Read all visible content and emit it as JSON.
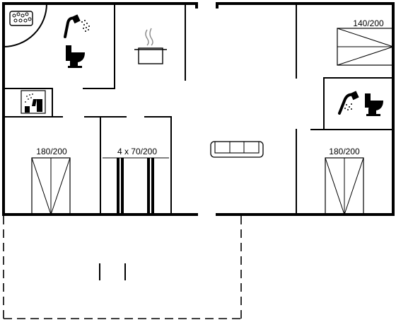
{
  "floorplan": {
    "labels": {
      "bed_left": "180/200",
      "bunks": "4 x 70/200",
      "bed_right": "180/200",
      "bed_top_right": "140/200"
    },
    "icons": [
      "jacuzzi-icon",
      "shower-icon",
      "toilet-icon",
      "cooking-pot-icon",
      "sauna-icon",
      "sofa-icon",
      "shower-icon",
      "toilet-icon"
    ]
  }
}
